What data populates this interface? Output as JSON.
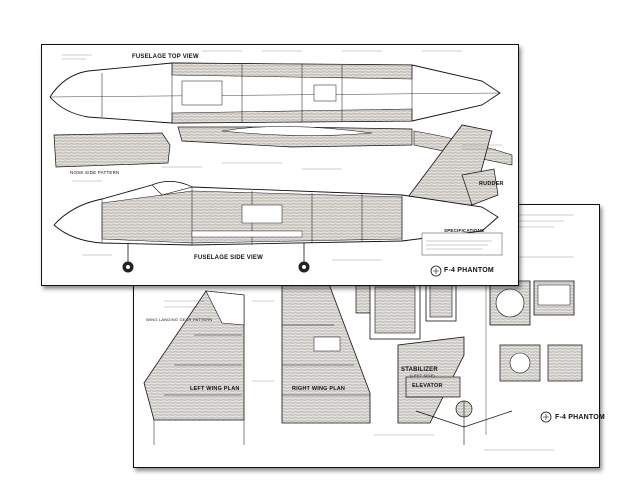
{
  "front_sheet": {
    "fuselage_top_view": "FUSELAGE TOP VIEW",
    "fuselage_side_view": "FUSELAGE SIDE VIEW",
    "nose_side_pattern": "NOSE SIDE PATTERN",
    "rudder": "RUDDER",
    "specifications": "SPECIFICATIONS",
    "title": "F-4 PHANTOM"
  },
  "back_sheet": {
    "left_wing_plan": "LEFT WING PLAN",
    "right_wing_plan": "RIGHT WING PLAN",
    "stabilizer": "STABILIZER",
    "stabilizer_sub": "(LEFT SIDE)",
    "elevator": "ELEVATOR",
    "title": "F-4 PHANTOM",
    "wing_landing_gear_pattern": "WING LANDING GEAR PATTERN"
  },
  "colors": {
    "ink": "#111111",
    "wood": "#e8e4dc",
    "paper": "#ffffff"
  }
}
